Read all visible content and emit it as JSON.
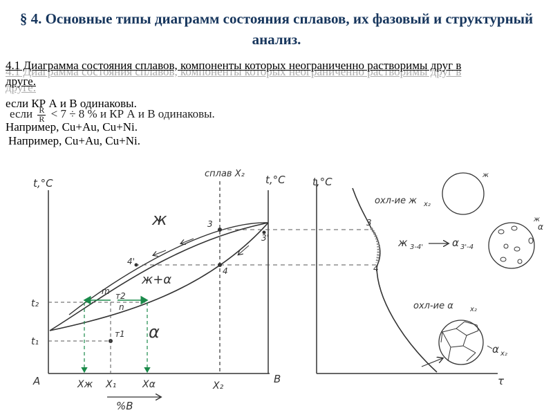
{
  "title": "§ 4. Основные типы диаграмм состояния сплавов, их фазовый и структурный анализ.",
  "subtitle": "4.1 Диаграмма состояния сплавов, компоненты которых неограниченно растворимы друг в друге.",
  "condition": {
    "prefix": "если",
    "frac_num": "R",
    "frac_den": "R",
    "rest": "< 7 ÷ 8 % и КР А и В одинаковы.",
    "short": "если  КР А и В одинаковы."
  },
  "example": "Например, Cu+Au,  Cu+Ni.",
  "diagram": {
    "y_axis_left": "t,°C",
    "y_axis_right": "t,°C",
    "alloy_label": "сплав X₂",
    "phase_liquid": "ж",
    "phase_two": "ж+α",
    "phase_solid": "α",
    "point_m": "m",
    "point_n": "n",
    "point_t2": "т2",
    "point_t1": "т1",
    "pt3": "3",
    "pt3p": "3'",
    "pt4": "4",
    "pt4p": "4'",
    "t2": "t₂",
    "t1": "t₁",
    "x_A": "A",
    "x_B": "B",
    "x_xzh": "Xж",
    "x_x1": "X₁",
    "x_xa": "Xα",
    "x_x2": "X₂",
    "percent_b": "%B"
  },
  "cooling_curve": {
    "y_axis": "t,°C",
    "x_axis": "τ",
    "stage1": "охл-ие ж",
    "stage1_sub": "x₂",
    "stage2": "ж",
    "stage2_sub": "3-4'",
    "stage2_arrow": "α",
    "stage2_arrow_sub": "3'-4",
    "stage3": "охл-ие α",
    "stage3_sub": "x₂",
    "final": "α",
    "final_sub": "x₂",
    "pt3": "3",
    "pt4": "4",
    "micro_liquid": "ж",
    "micro_mix_liquid": "ж",
    "micro_mix_alpha": "α"
  }
}
